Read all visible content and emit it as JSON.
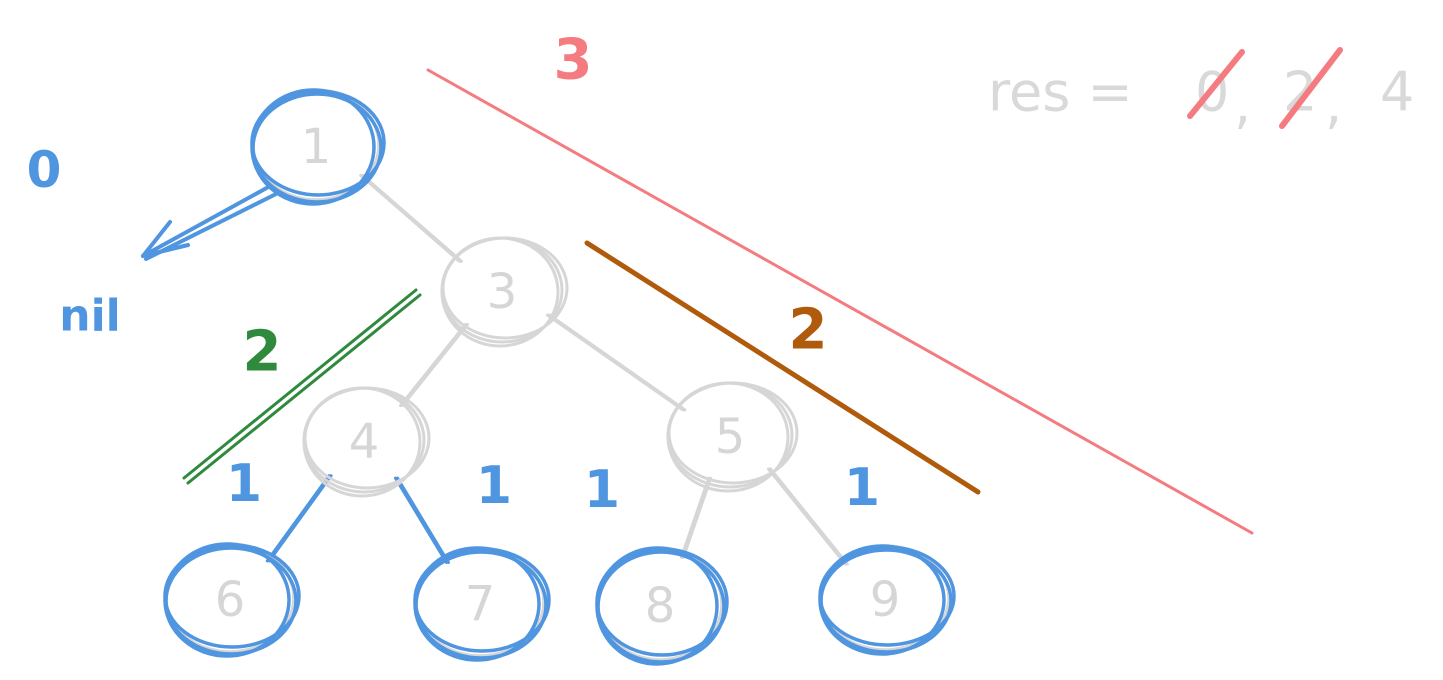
{
  "colors": {
    "node": "#d6d6d6",
    "highlight": "#4f95e0",
    "red": "#f47c80",
    "green": "#2f8a3e",
    "brown": "#b05a0c",
    "res_text": "#d9d9d9"
  },
  "nodes": [
    {
      "id": "n1",
      "label": "1",
      "visited": true
    },
    {
      "id": "n3",
      "label": "3",
      "visited": false
    },
    {
      "id": "n4",
      "label": "4",
      "visited": false
    },
    {
      "id": "n5",
      "label": "5",
      "visited": false
    },
    {
      "id": "n6",
      "label": "6",
      "visited": true
    },
    {
      "id": "n7",
      "label": "7",
      "visited": true
    },
    {
      "id": "n8",
      "label": "8",
      "visited": true
    },
    {
      "id": "n9",
      "label": "9",
      "visited": true
    }
  ],
  "edges": [
    {
      "from": "n1",
      "to": "n3",
      "highlight": false
    },
    {
      "from": "n3",
      "to": "n4",
      "highlight": false
    },
    {
      "from": "n3",
      "to": "n5",
      "highlight": false
    },
    {
      "from": "n4",
      "to": "n6",
      "highlight": true
    },
    {
      "from": "n4",
      "to": "n7",
      "highlight": true
    },
    {
      "from": "n5",
      "to": "n8",
      "highlight": false
    },
    {
      "from": "n5",
      "to": "n9",
      "highlight": false
    }
  ],
  "annotations": {
    "root_depth": "0",
    "nil_label": "nil",
    "depth_3": "3",
    "depth_2_left": "2",
    "depth_2_right": "2",
    "leaf_edge_labels": [
      "1",
      "1",
      "1",
      "1"
    ]
  },
  "result": {
    "prefix": "res =",
    "values": [
      {
        "value": "0",
        "crossed": true
      },
      {
        "value": "2",
        "crossed": true
      },
      {
        "value": "4",
        "crossed": false
      }
    ]
  }
}
